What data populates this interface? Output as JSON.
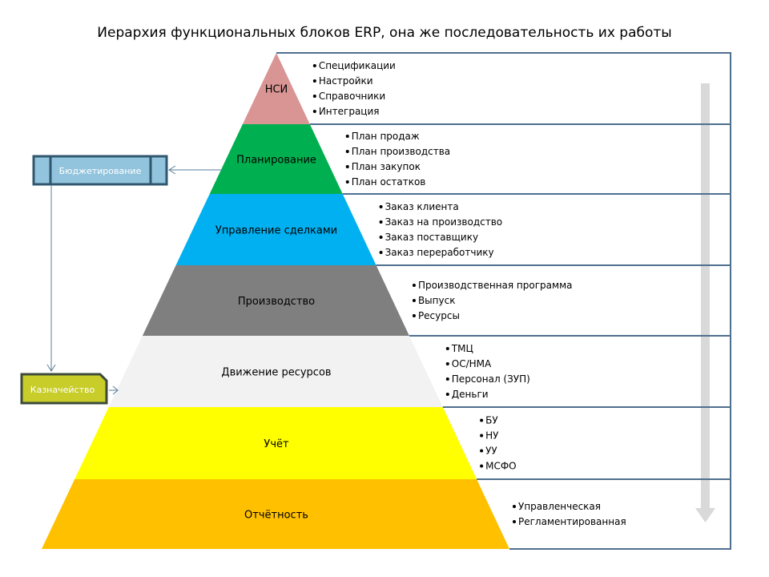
{
  "title": "Иерархия функциональных блоков ERP, она же последовательность их работы",
  "levels": [
    {
      "label": "НСИ",
      "color": "#d99594",
      "items": [
        "Спецификации",
        "Настройки",
        "Справочники",
        "Интеграция"
      ]
    },
    {
      "label": "Планирование",
      "color": "#00b050",
      "items": [
        "План продаж",
        "План производства",
        "План закупок",
        "План остатков"
      ]
    },
    {
      "label": "Управление сделками",
      "color": "#00b0f0",
      "items": [
        "Заказ клиента",
        "Заказ на производство",
        "Заказ поставщику",
        "Заказ переработчику"
      ]
    },
    {
      "label": "Производство",
      "color": "#7f7f7f",
      "items": [
        "Производственная программа",
        "Выпуск",
        "Ресурсы"
      ]
    },
    {
      "label": "Движение ресурсов",
      "color": "#f2f2f2",
      "items": [
        "ТМЦ",
        "ОС/НМА",
        "Персонал (ЗУП)",
        "Деньги"
      ]
    },
    {
      "label": "Учёт",
      "color": "#ffff00",
      "items": [
        "БУ",
        "НУ",
        "УУ",
        "МСФО"
      ]
    },
    {
      "label": "Отчётность",
      "color": "#ffc000",
      "items": [
        "Управленческая",
        "Регламентированная"
      ]
    }
  ],
  "side": {
    "budget": {
      "label": "Бюджетирование",
      "color": "#93c4dd"
    },
    "treasury": {
      "label": "Казначейство",
      "color": "#c8cd2a"
    }
  },
  "colors": {
    "outline": "#4f6f8f",
    "flow_arrow": "#d9d9d9"
  }
}
